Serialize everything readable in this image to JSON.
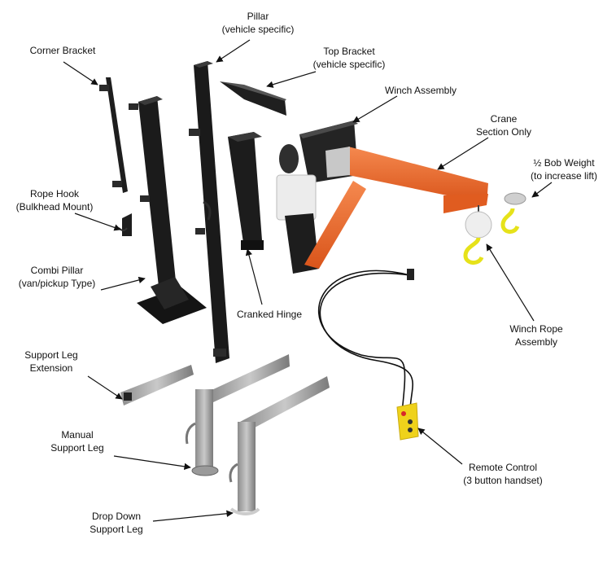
{
  "labels": {
    "pillar": [
      "Pillar",
      "(vehicle specific)"
    ],
    "corner_bracket": [
      "Corner Bracket"
    ],
    "top_bracket": [
      "Top Bracket",
      "(vehicle specific)"
    ],
    "winch_assembly": [
      "Winch Assembly"
    ],
    "crane": [
      "Crane",
      "Section Only"
    ],
    "bob_weight": [
      "½ Bob Weight",
      "(to increase lift)"
    ],
    "rope_hook": [
      "Rope Hook",
      "(Bulkhead Mount)"
    ],
    "combi_pillar": [
      "Combi Pillar",
      "(van/pickup Type)"
    ],
    "cranked_hinge": [
      "Cranked Hinge"
    ],
    "winch_rope": [
      "Winch Rope",
      "Assembly"
    ],
    "support_leg_ext": [
      "Support Leg",
      "Extension"
    ],
    "manual_leg": [
      "Manual",
      "Support Leg"
    ],
    "remote": [
      "Remote Control",
      "(3 button handset)"
    ],
    "drop_down_leg": [
      "Drop Down",
      "Support Leg"
    ]
  },
  "colors": {
    "steel_dark": "#1c1c1c",
    "crane_orange": "#ef6a2a",
    "galvanised": "#a9a9a9",
    "hook_yellow": "#e6e21a",
    "handset_yellow": "#efd21b",
    "button_red": "#d8262a"
  }
}
